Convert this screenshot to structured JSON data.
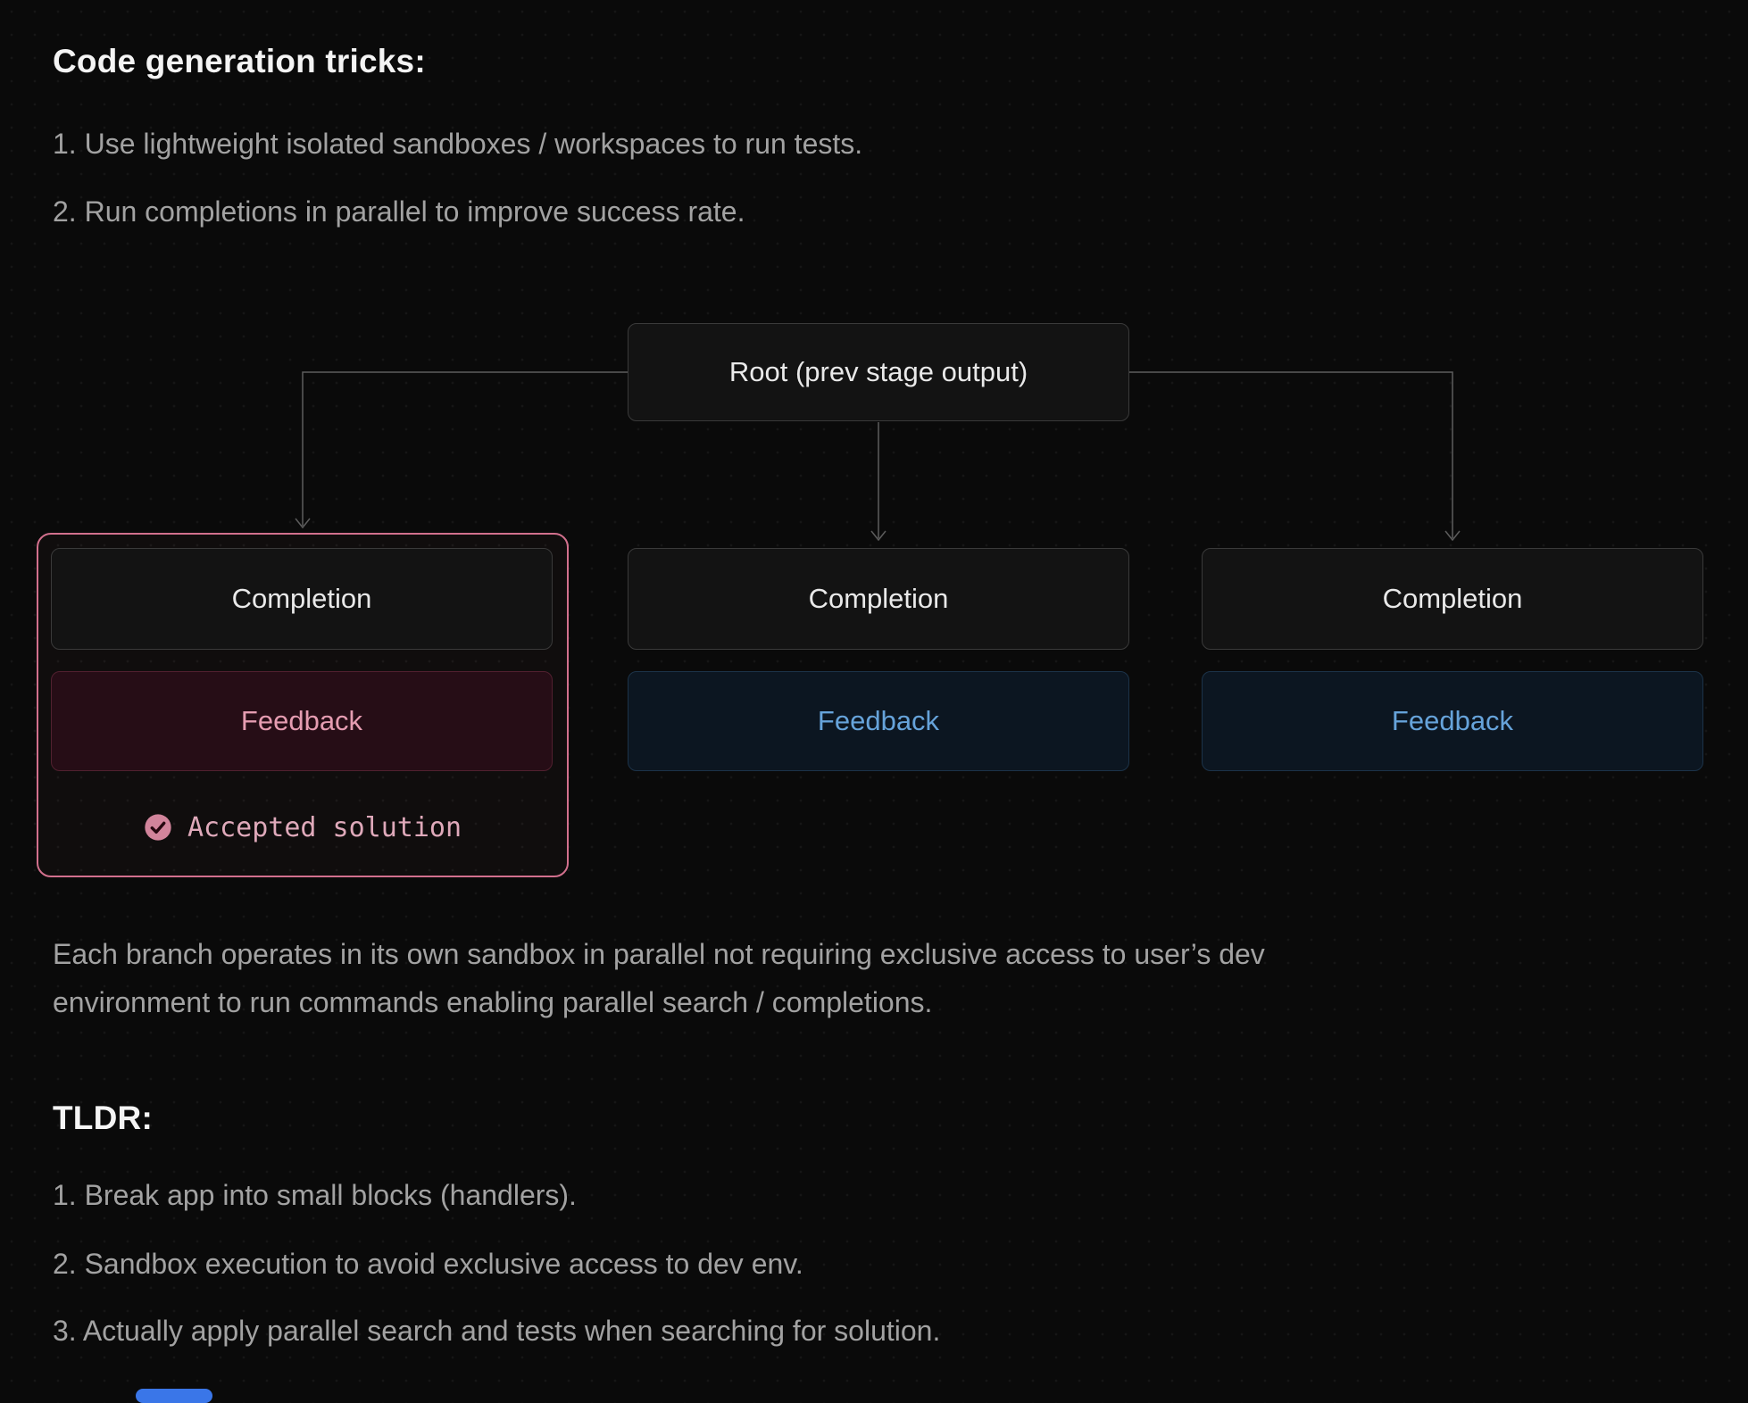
{
  "colors": {
    "background": "#0a0a0a",
    "accent_pink": "#d2708d",
    "feedback_pink_text": "#e59cb1",
    "feedback_blue_text": "#66a3da",
    "connector_line": "#5c5c5c",
    "bottom_bar_blue": "#3a76e8"
  },
  "page": {
    "title": "Code generation tricks:",
    "intro_items": [
      "1. Use lightweight isolated sandboxes / workspaces to run tests.",
      "2. Run completions in parallel to improve success rate."
    ],
    "paragraph": "Each branch operates in its own sandbox in parallel not requiring exclusive access to user’s dev environment to run commands enabling parallel search / completions.",
    "tldr_title": "TLDR:",
    "tldr_items": [
      "1. Break app into small blocks (handlers).",
      "2. Sandbox execution to avoid exclusive access to dev env.",
      "3. Actually apply parallel search and tests when searching for solution."
    ]
  },
  "diagram": {
    "root_label": "Root (prev stage output)",
    "branches": [
      {
        "completion": "Completion",
        "feedback": "Feedback",
        "accepted_label": "Accepted solution"
      },
      {
        "completion": "Completion",
        "feedback": "Feedback"
      },
      {
        "completion": "Completion",
        "feedback": "Feedback"
      }
    ]
  }
}
